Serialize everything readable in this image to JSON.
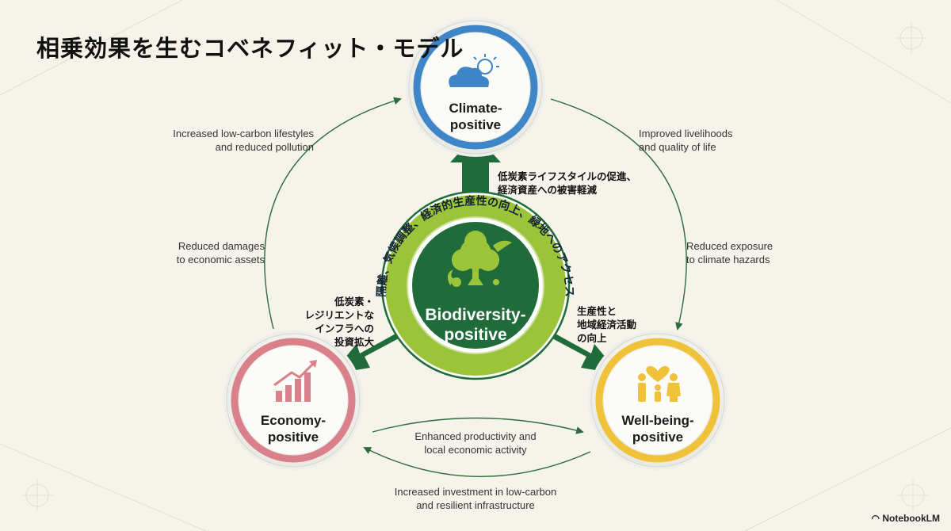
{
  "title": "相乗効果を生むコベネフィット・モデル",
  "nodes": {
    "climate": {
      "label": "Climate-\npositive",
      "color": "#3e86c8",
      "icon": "cloud-sun-icon"
    },
    "economy": {
      "label": "Economy-\npositive",
      "color": "#d9808a",
      "icon": "growth-chart-icon"
    },
    "wellbeing": {
      "label": "Well-being-\npositive",
      "color": "#efc23a",
      "icon": "family-heart-icon"
    },
    "biodiversity": {
      "label": "Biodiversity-\npositive",
      "color": "#1f6b3a",
      "icon": "tree-bird-squirrel-icon"
    }
  },
  "ring_text": "炭素隔離、気候調整、経済的生産性の向上、緑地へのアクセス増加",
  "arrow_labels": {
    "to_climate": "低炭素ライフスタイルの促進、\n経済資産への被害軽減",
    "to_economy": "低炭素・\nレジリエントな\nインフラへの\n投資拡大",
    "to_wellbeing": "生産性と\n地域経済活動\nの向上"
  },
  "outer_labels": {
    "top_left": "Increased low-carbon lifestyles\nand reduced pollution",
    "mid_left": "Reduced damages\nto economic assets",
    "top_right": "Improved livelihoods\nand quality of life",
    "mid_right": "Reduced exposure\nto climate hazards",
    "bottom_inner": "Enhanced productivity and\nlocal economic activity",
    "bottom_outer": "Increased investment in low-carbon\nand resilient infrastructure"
  },
  "colors": {
    "arrow_green": "#1f6b3a",
    "ring_lime": "#9bc43a",
    "background": "#f6f4ea"
  },
  "brand": "NotebookLM"
}
